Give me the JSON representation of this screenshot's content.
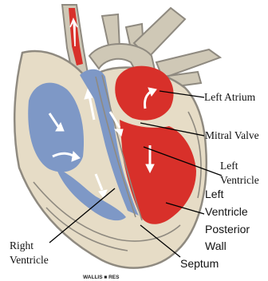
{
  "labels": {
    "left_atrium": "Left Atrium",
    "mitral_valve": "Mitral Valve",
    "left_ventricle_line1": "Left",
    "left_ventricle_line2": "Ventricle",
    "lv_posterior_wall_line1": "Left",
    "lv_posterior_wall_line2": "Ventricle",
    "lv_posterior_wall_line3": "Posterior",
    "lv_posterior_wall_line4": "Wall",
    "right_ventricle_line1": "Right",
    "right_ventricle_line2": "Ventricle",
    "septum": "Septum"
  },
  "credit": "WALLIS ■ RES",
  "colors": {
    "oxygenated_blood": "#d8302a",
    "deoxygenated_blood": "#7e98c6",
    "muscle": "#e6dcc6",
    "muscle_outline": "#8f8a80",
    "vessel": "#cfc8b6",
    "arrow": "#ffffff",
    "leader_line": "#000000"
  }
}
